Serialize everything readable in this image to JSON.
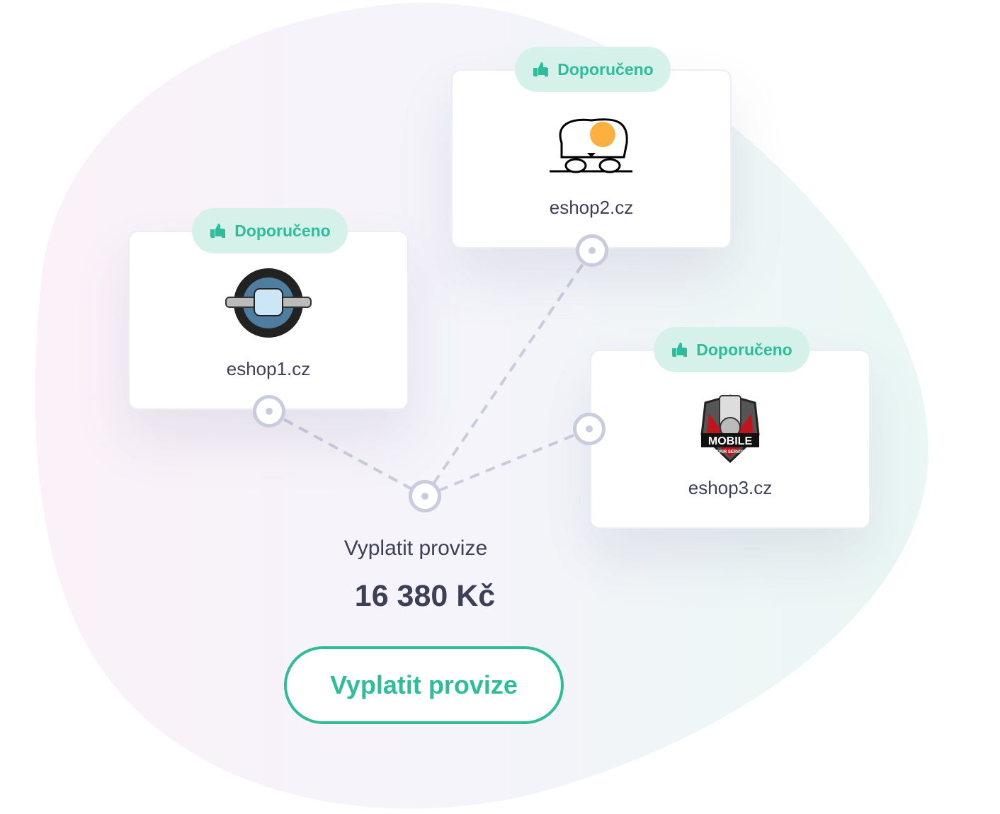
{
  "colors": {
    "accent": "#2fbc9b",
    "badge_bg": "#d5f1ea",
    "text": "#3d3f58",
    "connector": "#c9ccdc"
  },
  "shops": [
    {
      "name": "eshop1.cz",
      "badge": "Doporučeno",
      "logo": "wrench-fist-logo"
    },
    {
      "name": "eshop2.cz",
      "badge": "Doporučeno",
      "logo": "puppy-logo"
    },
    {
      "name": "eshop3.cz",
      "badge": "Doporučeno",
      "logo": "mobile-repair-logo",
      "logo_text": [
        "MOBILE",
        "REPAIR SERVICES"
      ]
    }
  ],
  "payout": {
    "label": "Vyplatit provize",
    "amount": "16 380 Kč",
    "button_label": "Vyplatit provize"
  }
}
